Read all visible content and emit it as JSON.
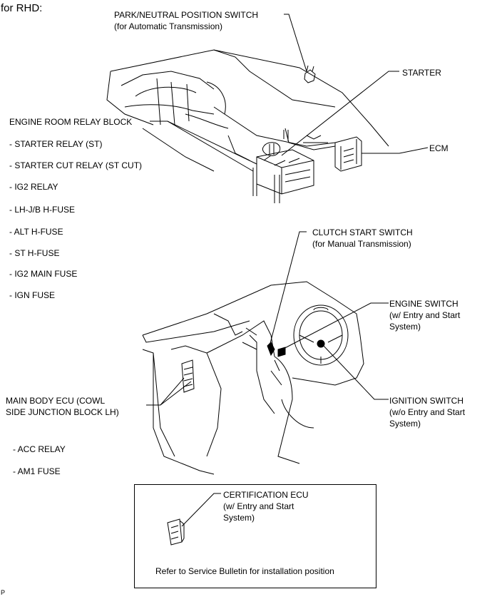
{
  "header": "for RHD:",
  "labels": {
    "pns_1": "PARK/NEUTRAL POSITION SWITCH",
    "pns_2": "(for Automatic Transmission)",
    "starter": "STARTER",
    "ecm": "ECM",
    "engine_room_relay_block": "ENGINE ROOM RELAY BLOCK",
    "clutch_1": "CLUTCH START SWITCH",
    "clutch_2": "(for Manual Transmission)",
    "engine_switch_1": "ENGINE SWITCH",
    "engine_switch_2": "(w/ Entry and Start",
    "engine_switch_3": "System)",
    "ignition_1": "IGNITION SWITCH",
    "ignition_2": "(w/o Entry and Start",
    "ignition_3": "System)",
    "main_body_ecu_1": "MAIN BODY ECU (COWL",
    "main_body_ecu_2": "SIDE JUNCTION BLOCK LH)",
    "cert_1": "CERTIFICATION ECU",
    "cert_2": "(w/ Entry and Start",
    "cert_3": "System)",
    "refer": "Refer to Service Bulletin for installation position",
    "corner": "P"
  },
  "relay_block_items": [
    "- STARTER RELAY (ST)",
    "- STARTER CUT RELAY (ST CUT)",
    "- IG2 RELAY",
    "- LH-J/B H-FUSE",
    "- ALT H-FUSE",
    "- ST H-FUSE",
    "- IG2 MAIN FUSE",
    "- IGN FUSE"
  ],
  "main_body_ecu_items": [
    "- ACC RELAY",
    "- AM1 FUSE"
  ]
}
